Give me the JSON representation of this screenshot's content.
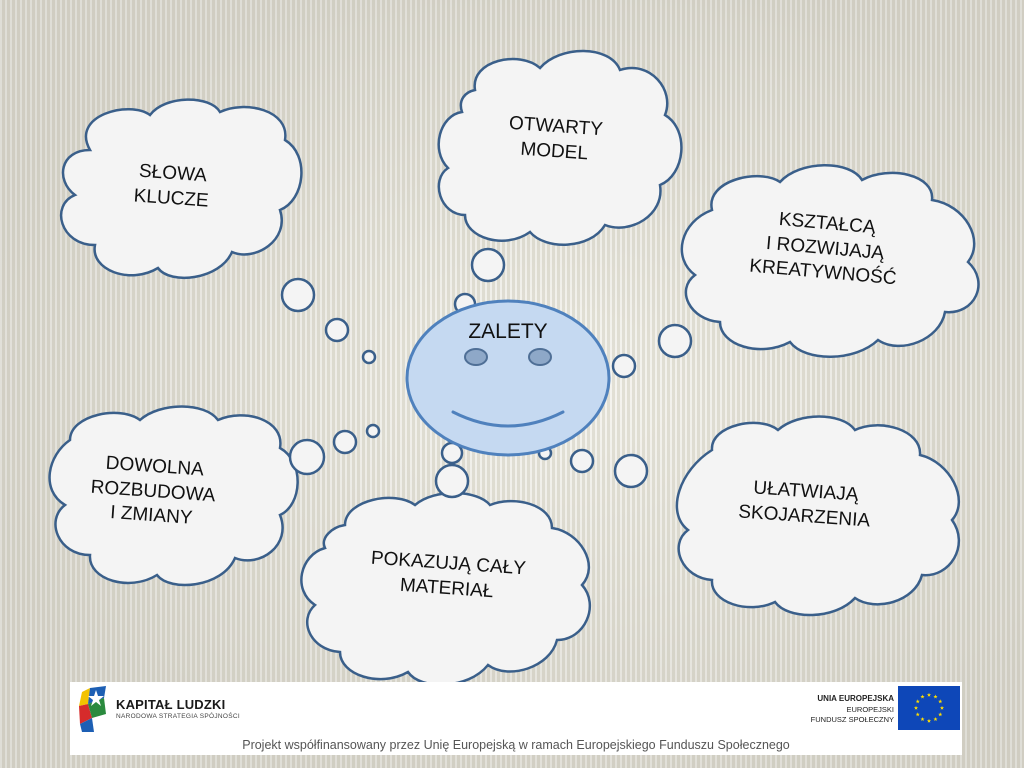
{
  "center": {
    "label": "ZALETY"
  },
  "clouds": [
    {
      "lines": [
        "SŁOWA",
        "KLUCZE"
      ]
    },
    {
      "lines": [
        "OTWARTY",
        "MODEL"
      ]
    },
    {
      "lines": [
        "KSZTAŁCĄ",
        "I ROZWIJAJĄ",
        "KREATYWNOŚĆ"
      ]
    },
    {
      "lines": [
        "DOWOLNA",
        "ROZBUDOWA",
        "I ZMIANY"
      ]
    },
    {
      "lines": [
        "POKAZUJĄ CAŁY",
        "MATERIAŁ"
      ]
    },
    {
      "lines": [
        "UŁATWIAJĄ",
        "SKOJARZENIA"
      ]
    }
  ],
  "footer": {
    "logo_left": {
      "title": "KAPITAŁ LUDZKI",
      "subtitle": "NARODOWA STRATEGIA SPÓJNOŚCI"
    },
    "eu": {
      "line1": "UNIA EUROPEJSKA",
      "line2": "EUROPEJSKI",
      "line3": "FUNDUSZ SPOŁECZNY"
    },
    "note": "Projekt współfinansowany przez Unię Europejską w ramach Europejskiego Funduszu Społecznego"
  },
  "colors": {
    "outline": "#3a5f8a",
    "face_fill": "#c5d9f1",
    "face_outline": "#4f81bd",
    "cloud_fill": "#f4f4f4",
    "eu_blue": "#0e47b8",
    "eu_star": "#ffde00"
  },
  "icons": [
    "smiley-face",
    "kapital-ludzki-logo",
    "eu-flag-icon"
  ]
}
